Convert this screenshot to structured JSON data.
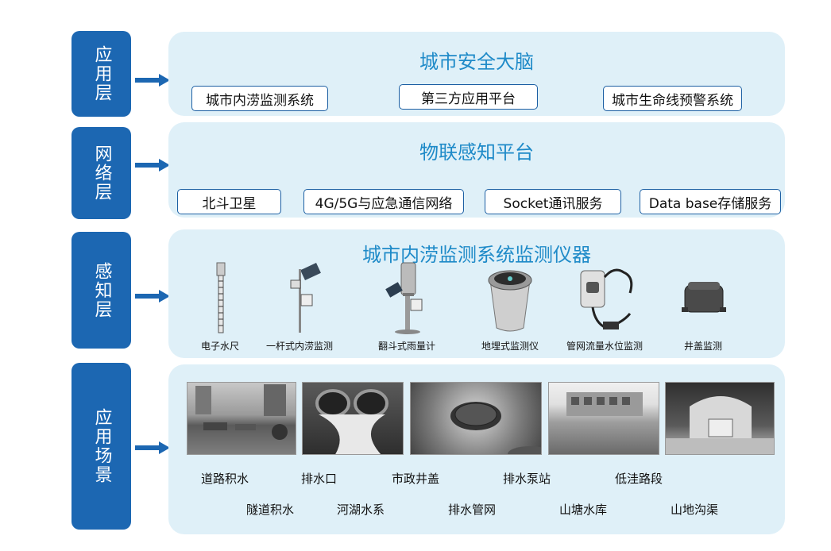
{
  "layers": {
    "application": {
      "label": "应用层",
      "title": "城市安全大脑",
      "items": [
        "城市内涝监测系统",
        "第三方应用平台",
        "城市生命线预警系统"
      ]
    },
    "network": {
      "label": "网络层",
      "title": "物联感知平台",
      "items": [
        "北斗卫星",
        "4G/5G与应急通信网络",
        "Socket通讯服务",
        "Data base存储服务"
      ]
    },
    "perception": {
      "label": "感知层",
      "title": "城市内涝监测系统监测仪器",
      "devices": [
        "电子水尺",
        "一杆式内涝监测",
        "翻斗式雨量计",
        "地埋式监测仪",
        "管网流量水位监测",
        "井盖监测"
      ]
    },
    "scenarios": {
      "label": "应用场景",
      "photos": [
        "flooded-road-photo",
        "drain-outlet-photo",
        "manhole-photo",
        "pump-station-photo",
        "low-road-photo"
      ],
      "row1": [
        "道路积水",
        "排水口",
        "市政井盖",
        "排水泵站",
        "低洼路段"
      ],
      "row2": [
        "隧道积水",
        "河湖水系",
        "排水管网",
        "山塘水库",
        "山地沟渠"
      ]
    }
  },
  "colors": {
    "label_bg": "#1c67b2",
    "panel_bg": "#dff0f8",
    "title": "#1e8ac8",
    "tag_border": "#1c5fa3"
  }
}
